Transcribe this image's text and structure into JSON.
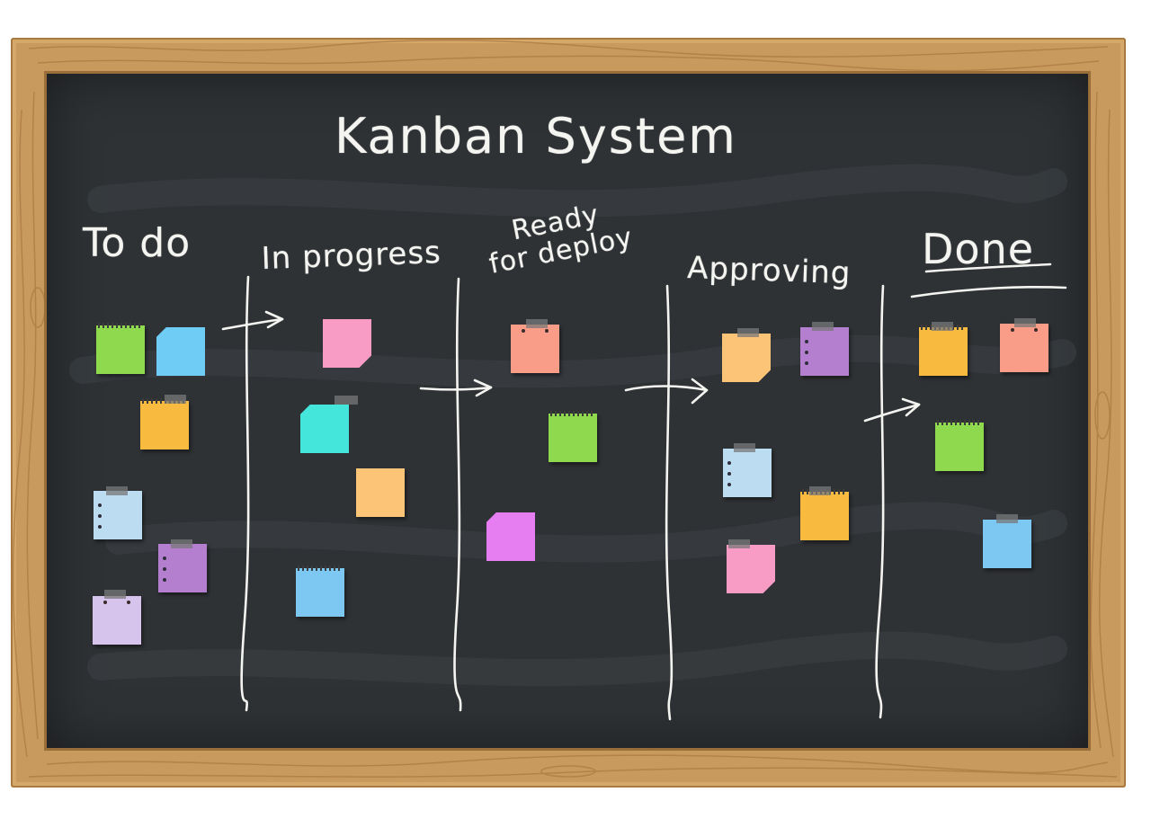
{
  "title": "Kanban System",
  "columns": {
    "todo": "To do",
    "in_progress": "In progress",
    "ready_line1": "Ready",
    "ready_line2": "for deploy",
    "approving": "Approving",
    "done": "Done"
  },
  "colors": {
    "board": "#2f3235",
    "frame": "#c89a5e",
    "chalk": "#f4f4f0",
    "green": "#8fd94f",
    "sky": "#6fcdf5",
    "orange": "#f9bb3f",
    "lightblue": "#bcdcf2",
    "purple": "#b37fce",
    "lavender": "#d6c4ec",
    "pink": "#f89cc6",
    "teal": "#44e6dc",
    "peach": "#fcc476",
    "blue": "#7cc8f2",
    "salmon": "#f99c88",
    "magenta": "#e67ef2"
  }
}
